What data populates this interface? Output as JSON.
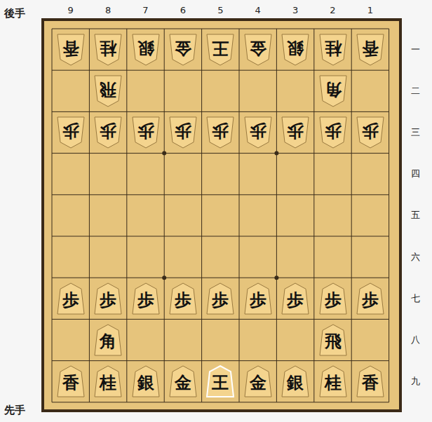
{
  "diagram": {
    "nodes": [
      {
        "text": [
          "香"
        ]
      },
      {
        "text": [
          "桂"
        ]
      },
      {
        "text": [
          "銀"
        ]
      },
      {
        "text": [
          "金"
        ]
      },
      {
        "text": [
          "王"
        ]
      },
      {
        "text": [
          "金"
        ]
      },
      {
        "text": [
          "銀"
        ]
      },
      {
        "text": [
          "桂"
        ]
      },
      {
        "text": [
          "香"
        ]
      },
      {
        "text": [
          "飛"
        ]
      },
      {
        "text": [
          "角"
        ]
      },
      {
        "text": [
          "歩"
        ]
      },
      {
        "text": [
          "歩"
        ]
      },
      {
        "text": [
          "歩"
        ]
      },
      {
        "text": [
          "歩"
        ]
      },
      {
        "text": [
          "歩"
        ]
      },
      {
        "text": [
          "歩"
        ]
      },
      {
        "text": [
          "歩"
        ]
      },
      {
        "text": [
          "歩"
        ]
      },
      {
        "text": [
          "歩"
        ]
      },
      {
        "text": [
          "歩"
        ]
      },
      {
        "text": [
          "歩"
        ]
      },
      {
        "text": [
          "歩"
        ]
      },
      {
        "text": [
          "歩"
        ]
      },
      {
        "text": [
          "歩"
        ]
      },
      {
        "text": [
          "歩"
        ]
      },
      {
        "text": [
          "歩"
        ]
      },
      {
        "text": [
          "歩"
        ]
      },
      {
        "text": [
          "歩"
        ]
      },
      {
        "text": [
          "角"
        ]
      },
      {
        "text": [
          "飛"
        ]
      },
      {
        "text": [
          "香"
        ]
      },
      {
        "text": [
          "桂"
        ]
      },
      {
        "text": [
          "銀"
        ]
      },
      {
        "text": [
          "金"
        ]
      },
      {
        "text": [
          "王"
        ]
      },
      {
        "text": [
          "金"
        ]
      },
      {
        "text": [
          "銀"
        ]
      },
      {
        "text": [
          "桂"
        ]
      },
      {
        "text": [
          "香"
        ]
      }
    ],
    "labels": [
      "後手",
      "9",
      "8",
      "7",
      "6",
      "5",
      "4",
      "3",
      "2",
      "1",
      "一",
      "二",
      "三",
      "四",
      "五",
      "六",
      "七",
      "八",
      "九",
      "先手"
    ]
  }
}
